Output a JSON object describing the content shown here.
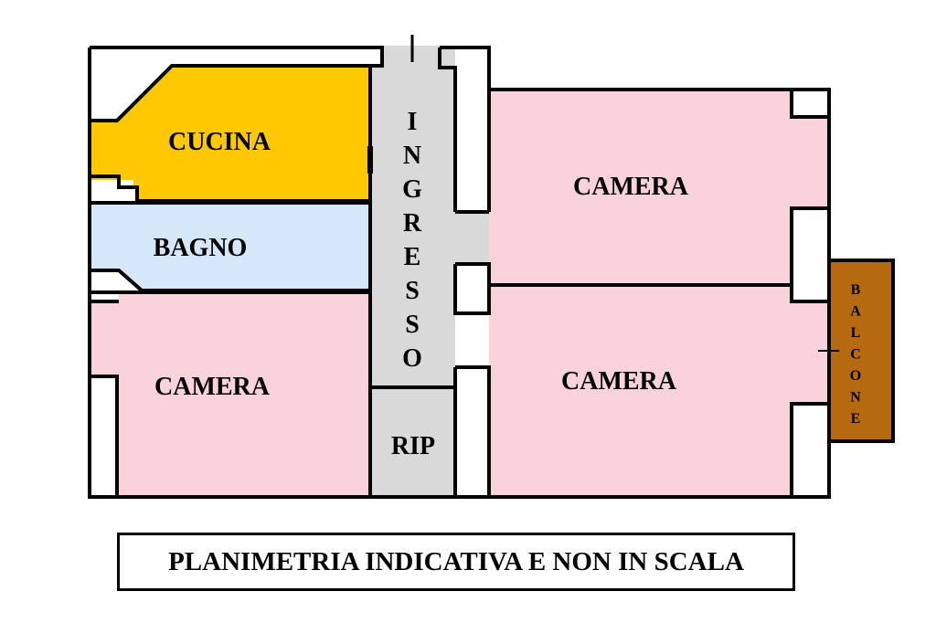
{
  "colors": {
    "cucina": "#FFC800",
    "bagno": "#D5E8FA",
    "camera": "#FAD2DC",
    "ingresso": "#D9D9D9",
    "balcone": "#B56A10",
    "wall": "#000000"
  },
  "rooms": {
    "cucina": "CUCINA",
    "bagno": "BAGNO",
    "camera_left": "CAMERA",
    "camera_top_right": "CAMERA",
    "camera_bottom_right": "CAMERA",
    "ingresso": [
      "I",
      "N",
      "G",
      "R",
      "E",
      "S",
      "S",
      "O"
    ],
    "rip": "RIP",
    "balcone": [
      "B",
      "A",
      "L",
      "C",
      "O",
      "N",
      "E"
    ]
  },
  "caption": "PLANIMETRIA INDICATIVA E NON IN SCALA"
}
